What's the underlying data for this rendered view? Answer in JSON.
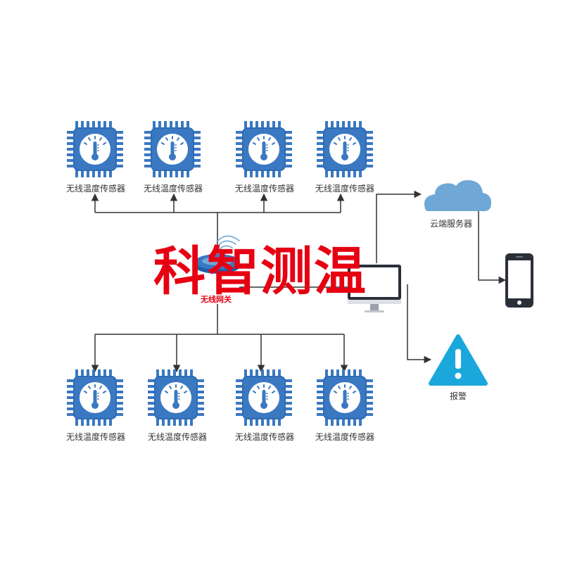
{
  "brand_title": "科智测温",
  "colors": {
    "chip_body": "#3a78c2",
    "chip_dark": "#2f6cb3",
    "cloud": "#6fa8d6",
    "alarm": "#1aa7dc",
    "phone": "#2b2f3a",
    "connector": "#333333",
    "title_red": "#e60012"
  },
  "gateway": {
    "label": "无线网关",
    "icon": "router-icon"
  },
  "sensors_top": [
    {
      "label": "无线温度传感器"
    },
    {
      "label": "无线温度传感器"
    },
    {
      "label": "无线温度传感器"
    },
    {
      "label": "无线温度传感器"
    }
  ],
  "sensors_bottom": [
    {
      "label": "无线温度传感器"
    },
    {
      "label": "无线温度传感器"
    },
    {
      "label": "无线温度传感器"
    },
    {
      "label": "无线温度传感器"
    }
  ],
  "computer": {
    "icon": "monitor-icon"
  },
  "cloud": {
    "label": "云端服务器",
    "icon": "cloud-icon"
  },
  "phone": {
    "icon": "smartphone-icon"
  },
  "alarm": {
    "label": "报警",
    "icon": "warning-icon"
  }
}
